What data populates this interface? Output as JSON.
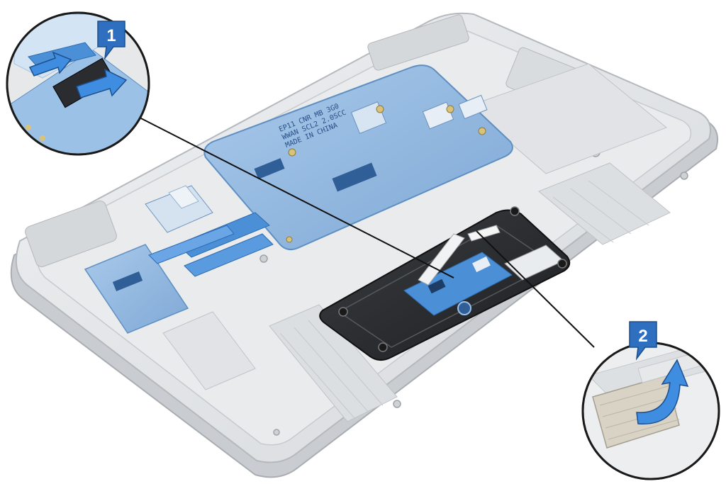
{
  "figure": {
    "step1": {
      "number": "1",
      "badge_color": "#2e6fbf",
      "action_arrow_color": "#3f8de0"
    },
    "step2": {
      "number": "2",
      "badge_color": "#2e6fbf",
      "action_arrow_color": "#3f8de0"
    },
    "board_markings": {
      "line1": "EP11 CNR MB 3G0",
      "line2": "WWAN SCL2 2.0SCC",
      "line3": "MADE IN CHINA"
    },
    "colors": {
      "chassis": "#e4e6e8",
      "board": "#8fb6dd",
      "board_edge": "#5e8fc2",
      "touchpad_plate": "#2b2d30",
      "flex_cable": "#4b8fd6",
      "leader_line": "#111111"
    },
    "icons": [
      "release-arrow",
      "pull-arrow",
      "peel-arrow",
      "step-badge"
    ]
  }
}
